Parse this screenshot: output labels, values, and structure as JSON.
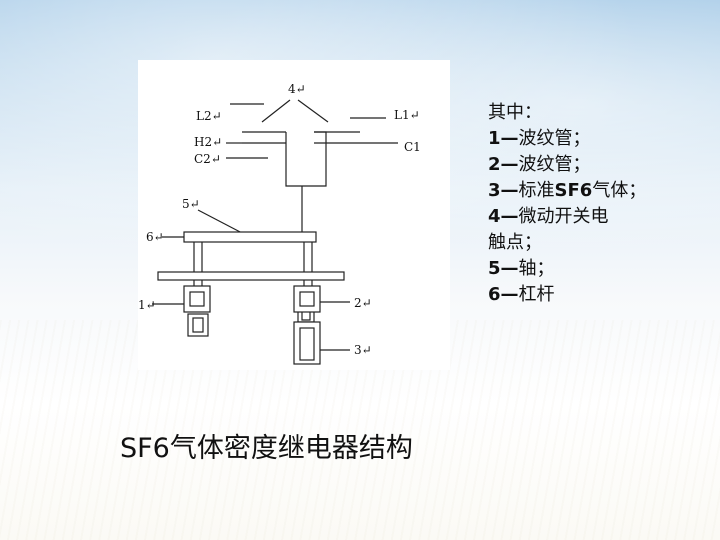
{
  "diagram": {
    "labels": {
      "l4": "4",
      "l2": "L2",
      "l1": "L1",
      "h2": "H2",
      "c2": "C2",
      "c1": "C1",
      "l5": "5",
      "l6": "6",
      "n1": "1",
      "n2": "2",
      "n3": "3"
    },
    "return_mark": "↵"
  },
  "legend": {
    "heading": "其中：",
    "items": [
      {
        "num": "1",
        "dash": "—",
        "text": "波纹管；"
      },
      {
        "num": "2",
        "dash": "—",
        "text": "波纹管；"
      },
      {
        "num": "3",
        "dash": "—",
        "text": "标准",
        "bold_tail": "SF6",
        "rest": "气体；"
      },
      {
        "num": "4",
        "dash": "—",
        "text": "微动开关电"
      },
      {
        "num": "",
        "dash": "",
        "text": "触点；"
      },
      {
        "num": "5",
        "dash": "—",
        "text": "轴；"
      },
      {
        "num": "6",
        "dash": "—",
        "text": "杠杆"
      }
    ]
  },
  "caption": "SF6气体密度继电器结构"
}
